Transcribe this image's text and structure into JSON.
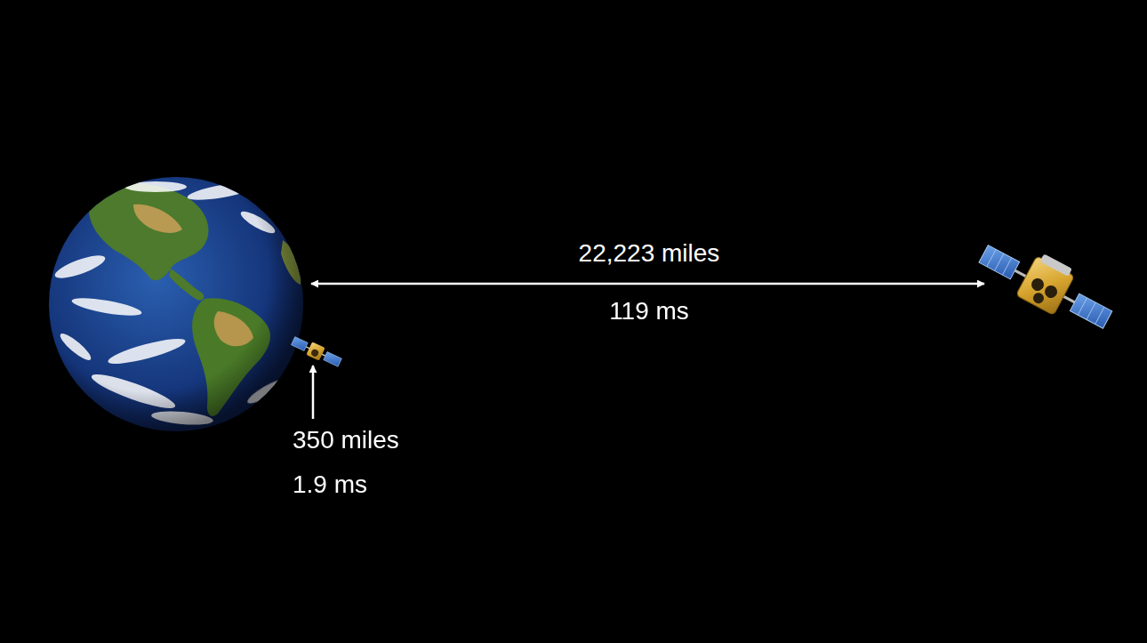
{
  "diagram": {
    "labels": [
      "22,223 miles",
      "119 ms",
      "350 miles",
      "1.9 ms"
    ]
  }
}
